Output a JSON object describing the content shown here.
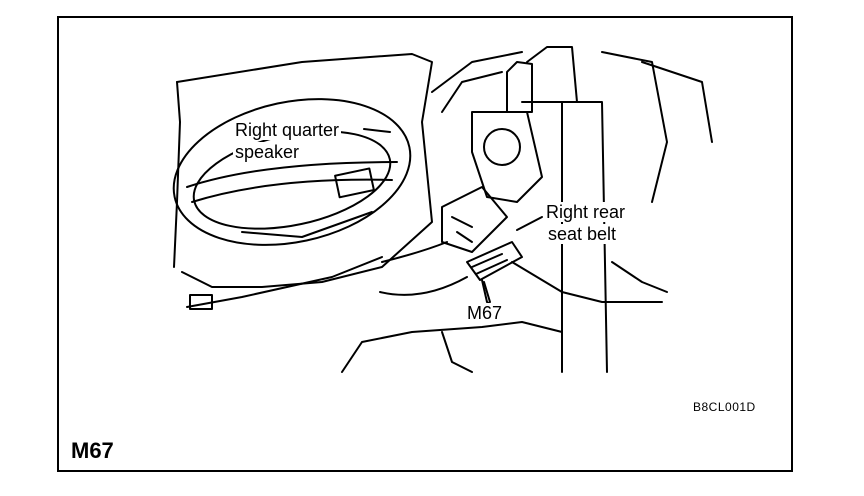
{
  "diagram": {
    "labels": {
      "speaker": [
        "Right quarter",
        "speaker"
      ],
      "seat_belt": [
        "Right rear",
        "seat belt"
      ],
      "connector": "M67"
    },
    "figure_code": "B8CL001D",
    "connector_id": "M67"
  }
}
